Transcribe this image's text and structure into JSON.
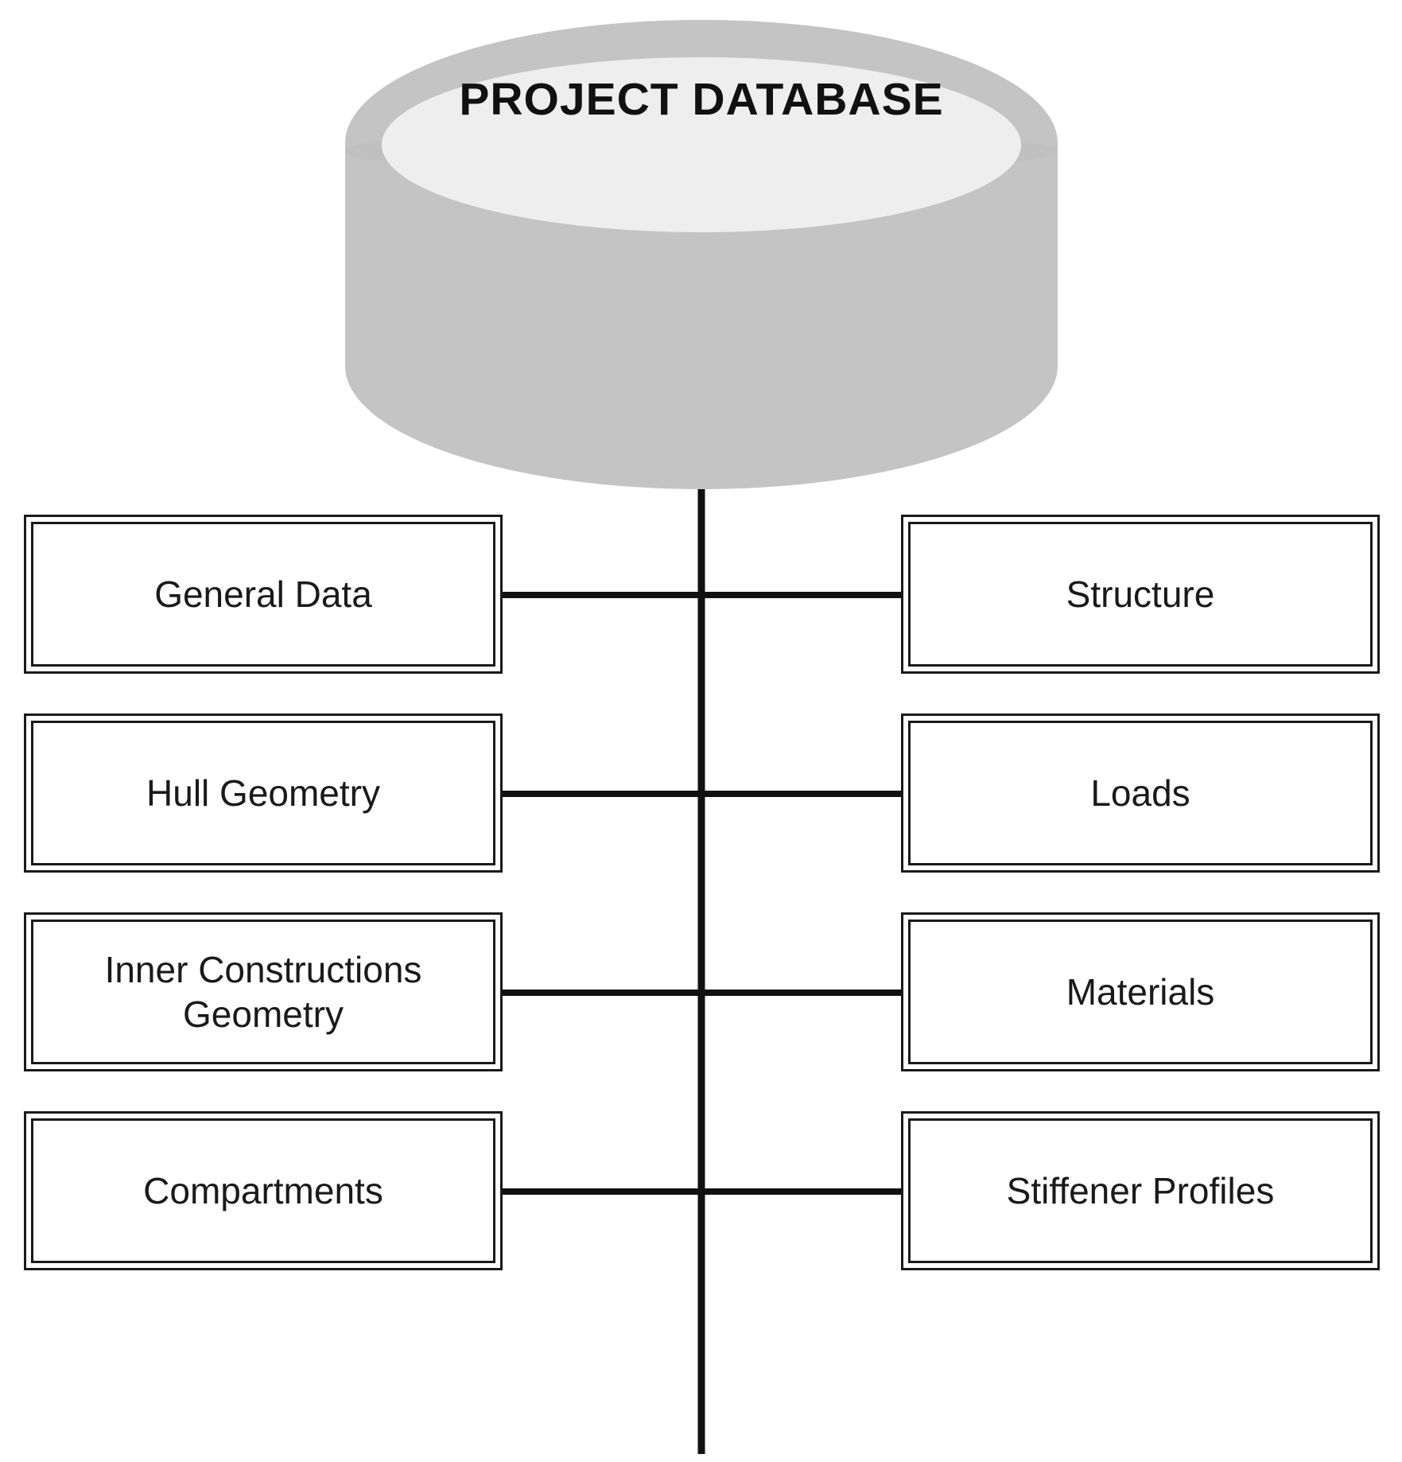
{
  "database": {
    "title": "PROJECT DATABASE"
  },
  "modules": {
    "left": [
      {
        "label": "General Data"
      },
      {
        "label": "Hull Geometry"
      },
      {
        "label": "Inner Constructions Geometry"
      },
      {
        "label": "Compartments"
      }
    ],
    "right": [
      {
        "label": "Structure"
      },
      {
        "label": "Loads"
      },
      {
        "label": "Materials"
      },
      {
        "label": "Stiffener Profiles"
      }
    ]
  },
  "colors": {
    "cylinder_body": "#c4c4c4",
    "cylinder_top": "#eeeeee",
    "line": "#111111",
    "box_border": "#1a1a1a"
  }
}
